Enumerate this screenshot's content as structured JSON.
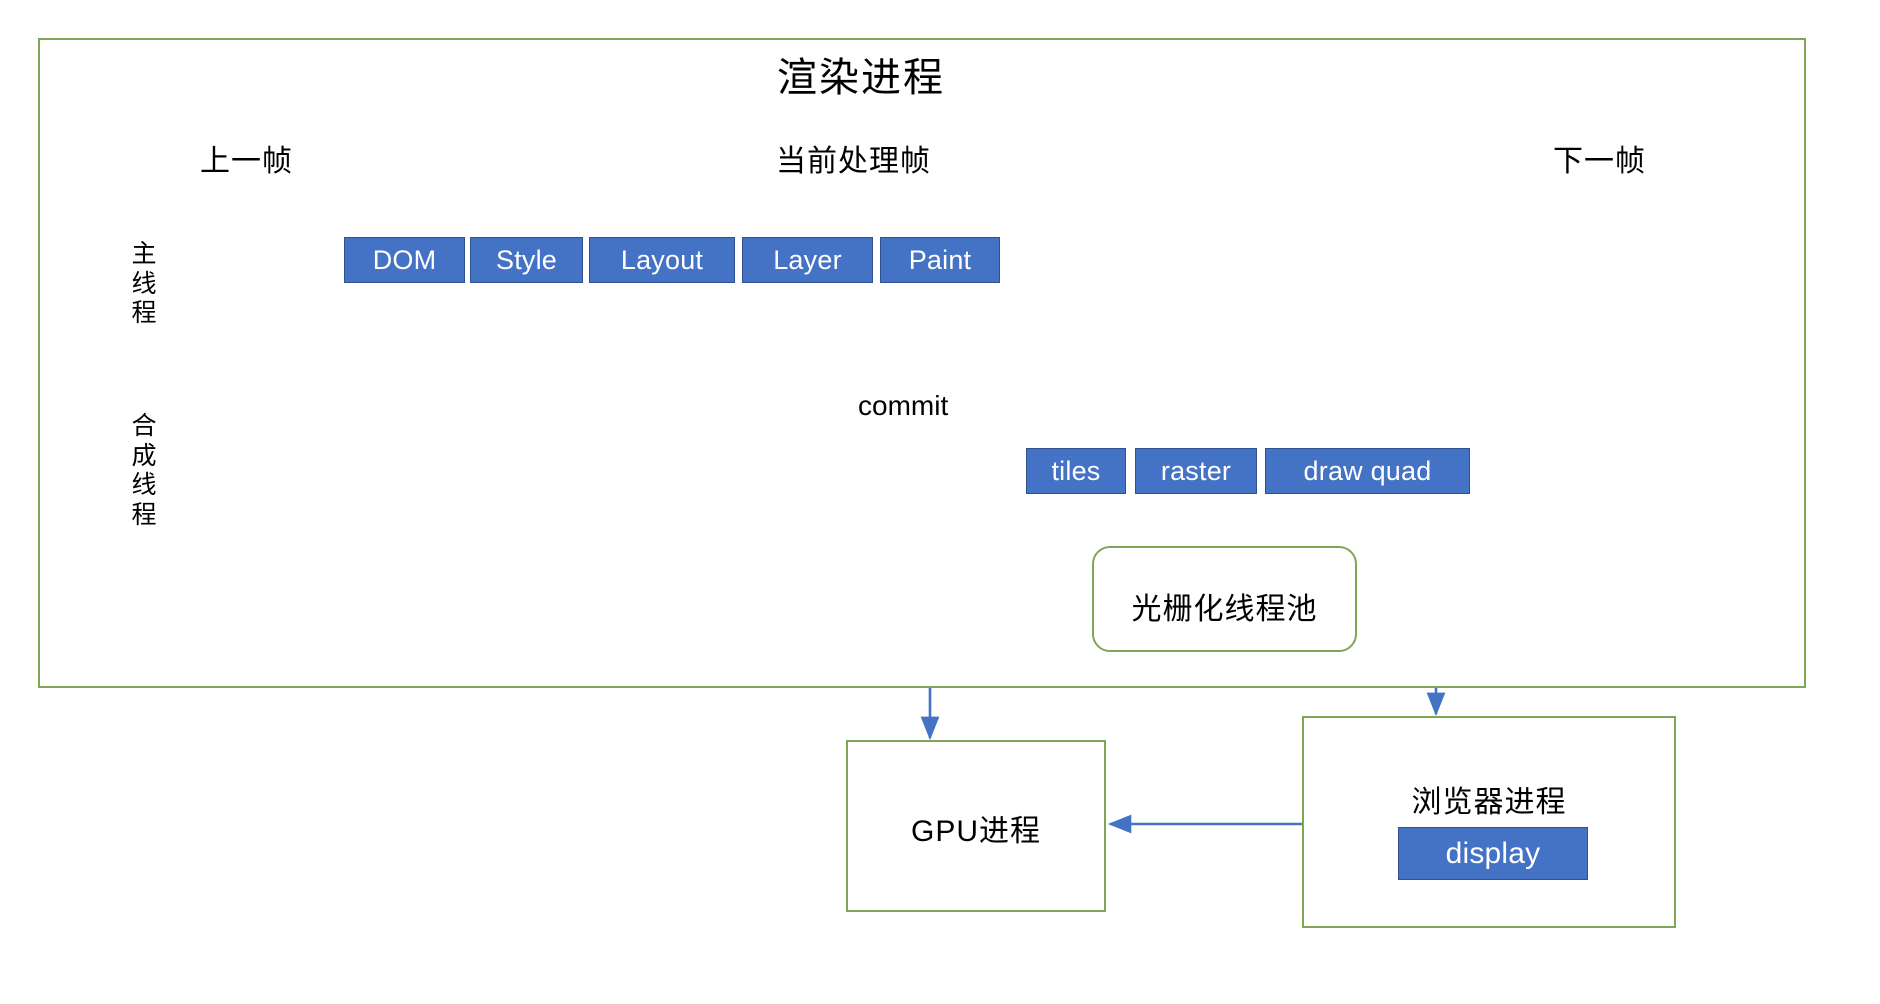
{
  "diagram": {
    "title": "渲染进程",
    "type": "flow-diagram",
    "colors": {
      "accent_blue": "#4472C4",
      "box_border_green": "#7FA657",
      "arrow_blue": "#4472C4",
      "timeline_black": "#000000"
    }
  },
  "timeline": {
    "previous_frame_label": "上一帧",
    "current_frame_label": "当前处理帧",
    "next_frame_label": "下一帧"
  },
  "threads": {
    "main_thread": {
      "label_chars": [
        "主",
        "线",
        "程"
      ],
      "label": "主线程",
      "stages": [
        {
          "label": "DOM"
        },
        {
          "label": "Style"
        },
        {
          "label": "Layout"
        },
        {
          "label": "Layer"
        },
        {
          "label": "Paint"
        }
      ]
    },
    "compositor_thread": {
      "label_chars": [
        "合",
        "成",
        "线",
        "程"
      ],
      "label": "合成线程",
      "stages": [
        {
          "label": "tiles"
        },
        {
          "label": "raster"
        },
        {
          "label": "draw quad"
        }
      ]
    }
  },
  "connectors": {
    "commit_label": "commit"
  },
  "nodes": {
    "raster_thread_pool": "光栅化线程池",
    "gpu_process": "GPU进程",
    "browser_process": "浏览器进程",
    "display_box": "display"
  }
}
